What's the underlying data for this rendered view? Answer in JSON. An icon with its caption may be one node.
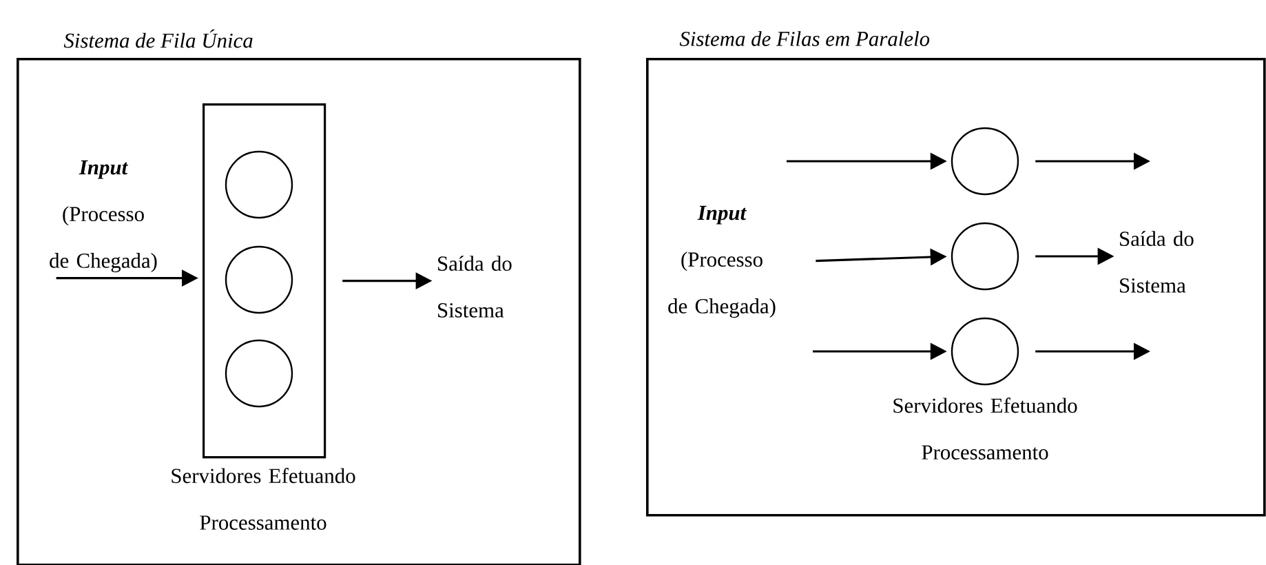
{
  "diagram": {
    "nodes": [
      {
        "text": [
          "Sistema de Fila Única"
        ]
      },
      {
        "text": [],
        "shape": "box",
        "in": 0,
        "beside": [
          "Servidores Efetuando Processamento"
        ]
      },
      {
        "text": [],
        "shape": "circle",
        "in": 1
      },
      {
        "text": [],
        "shape": "circle",
        "in": 1
      },
      {
        "text": [],
        "shape": "circle",
        "in": 1
      },
      {
        "text": [
          "Input",
          "(Processo de Chegada)"
        ],
        "in": 0
      },
      {
        "text": [
          "Saída do Sistema"
        ],
        "in": 0
      },
      {
        "text": [
          "Sistema de Filas em Paralelo"
        ]
      },
      {
        "text": [],
        "shape": "circle",
        "in": 7
      },
      {
        "text": [],
        "shape": "circle",
        "in": 7
      },
      {
        "text": [],
        "shape": "circle",
        "in": 7
      },
      {
        "text": [
          "Input",
          "(Processo de Chegada)"
        ],
        "in": 7
      },
      {
        "text": [
          "Saída do Sistema"
        ],
        "in": 7
      }
    ],
    "edges": [
      {
        "from": 5,
        "to": 1,
        "arrow": "to"
      },
      {
        "from": 1,
        "to": 6,
        "arrow": "to"
      },
      {
        "from": null,
        "to": 8,
        "arrow": "to"
      },
      {
        "from": 11,
        "to": 9,
        "arrow": "to"
      },
      {
        "from": null,
        "to": 10,
        "arrow": "to"
      },
      {
        "from": 8,
        "to": null,
        "arrow": "to"
      },
      {
        "from": 9,
        "to": 12,
        "arrow": "to"
      },
      {
        "from": 10,
        "to": null,
        "arrow": "to"
      }
    ],
    "labels": [
      "Servidores Efetuando Processamento"
    ]
  }
}
